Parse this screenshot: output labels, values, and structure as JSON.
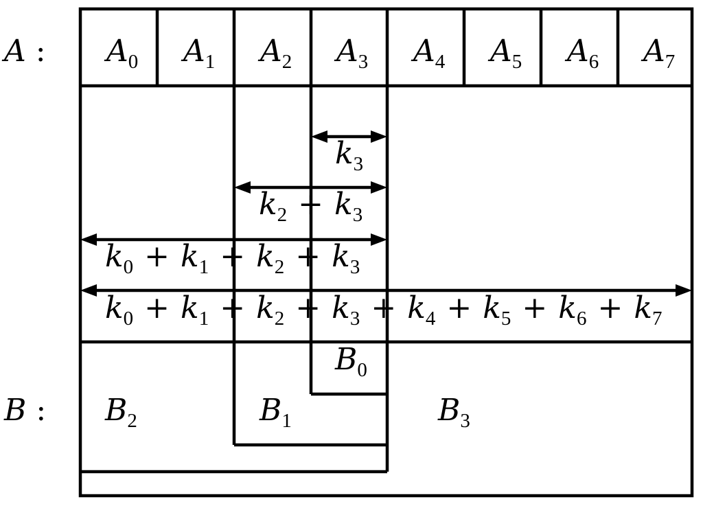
{
  "diagram": {
    "row_labels": {
      "a": {
        "letter": "A",
        "colon": ":"
      },
      "b": {
        "letter": "B",
        "colon": ":"
      }
    },
    "a_cells": [
      {
        "base": "A",
        "sub": "0"
      },
      {
        "base": "A",
        "sub": "1"
      },
      {
        "base": "A",
        "sub": "2"
      },
      {
        "base": "A",
        "sub": "3"
      },
      {
        "base": "A",
        "sub": "4"
      },
      {
        "base": "A",
        "sub": "5"
      },
      {
        "base": "A",
        "sub": "6"
      },
      {
        "base": "A",
        "sub": "7"
      }
    ],
    "arrows": [
      {
        "terms": [
          "3"
        ]
      },
      {
        "terms": [
          "2",
          "3"
        ]
      },
      {
        "terms": [
          "0",
          "1",
          "2",
          "3"
        ]
      },
      {
        "terms": [
          "0",
          "1",
          "2",
          "3",
          "4",
          "5",
          "6",
          "7"
        ]
      }
    ],
    "arrow_var": "k",
    "arrow_op": "+",
    "b_blocks": [
      {
        "base": "B",
        "sub": "0"
      },
      {
        "base": "B",
        "sub": "1"
      },
      {
        "base": "B",
        "sub": "2"
      },
      {
        "base": "B",
        "sub": "3"
      }
    ]
  }
}
